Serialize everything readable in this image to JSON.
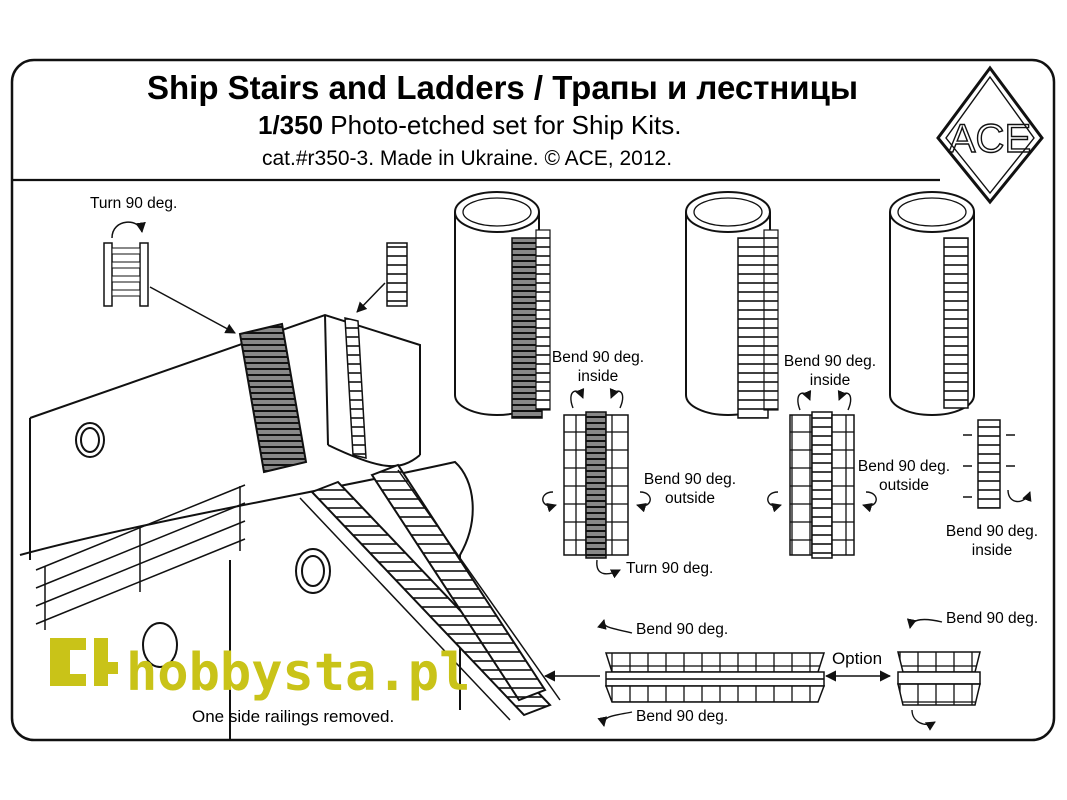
{
  "header": {
    "title": "Ship Stairs and Ladders /  Трапы и лестницы",
    "scale": "1/350",
    "subtitle_rest": " Photo-etched set for Ship Kits.",
    "catalog_line": "cat.#r350-3. Made in Ukraine. © ACE, 2012.",
    "brand_logo": "ACE"
  },
  "labels": {
    "turn_top": "Turn 90 deg.",
    "bend1_a": "Bend 90 deg.",
    "bend1_b": "inside",
    "bend2_a": "Bend 90 deg.",
    "bend2_b": "inside",
    "outside1_a": "Bend 90 deg.",
    "outside1_b": "outside",
    "outside2_a": "Bend 90 deg.",
    "outside2_b": "outside",
    "bend3_a": "Bend 90 deg.",
    "bend3_b": "inside",
    "turn_bottom": "Turn 90 deg.",
    "bend_tread_top": "Bend 90 deg.",
    "bend_tread_bottom": "Bend 90 deg.",
    "option": "Option",
    "bend_right": "Bend 90 deg.",
    "railings_removed": "One side railings removed."
  },
  "watermark": "hobbysta.pl",
  "colors": {
    "ink": "#111111",
    "shade": "#9a9a9a",
    "watermark": "#c9c318"
  }
}
